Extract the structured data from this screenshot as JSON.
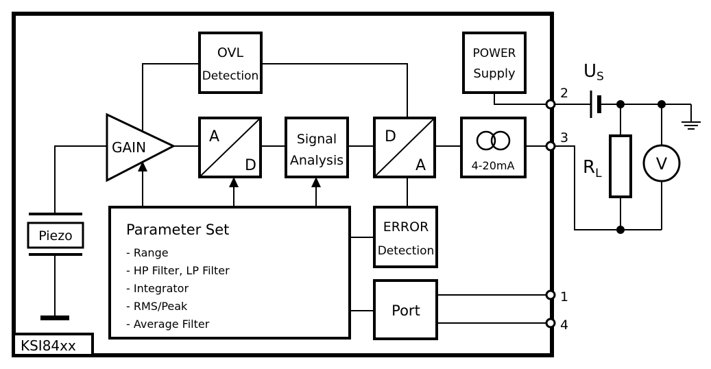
{
  "device": {
    "name": "KSI84xx"
  },
  "blocks": {
    "ovl": {
      "line1": "OVL",
      "line2": "Detection"
    },
    "power": {
      "line1": "POWER",
      "line2": "Supply"
    },
    "gain": "GAIN",
    "adc": {
      "top": "A",
      "bottom": "D"
    },
    "signal": {
      "line1": "Signal",
      "line2": "Analysis"
    },
    "dac": {
      "top": "D",
      "bottom": "A"
    },
    "current_source": "4-20mA",
    "piezo": "Piezo",
    "error": {
      "line1": "ERROR",
      "line2": "Detection"
    },
    "port": "Port"
  },
  "parameter_set": {
    "title": "Parameter Set",
    "items": [
      "- Range",
      "- HP Filter, LP Filter",
      "- Integrator",
      "- RMS/Peak",
      "- Average Filter"
    ]
  },
  "terminals": [
    "2",
    "3",
    "1",
    "4"
  ],
  "external": {
    "supply": {
      "main": "U",
      "sub": "S"
    },
    "load": {
      "main": "R",
      "sub": "L"
    },
    "meter": "V"
  }
}
